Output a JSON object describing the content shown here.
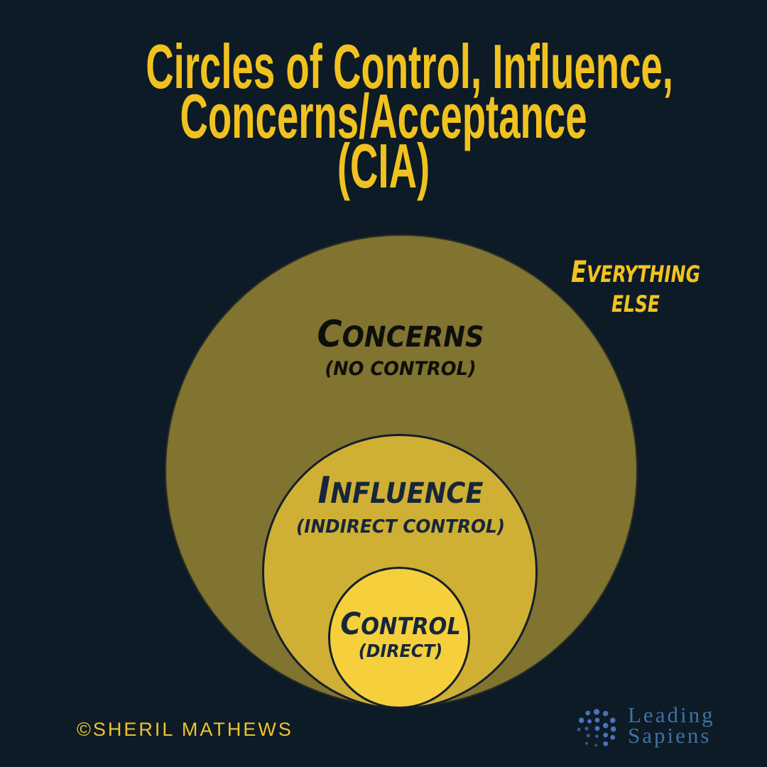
{
  "colors": {
    "bg": "#0d1b26",
    "title-yellow": "#f1c21f",
    "outside-yellow": "#f3c31d",
    "concerns-fill": "#817330",
    "influence-fill": "#cfb034",
    "control-fill": "#f6cf3d",
    "circle-outline": "#141f2b",
    "concerns-text": "#0d0f0a",
    "navy-text": "#16273b",
    "copyright-yellow": "#eec42e",
    "logo-text-blue": "#3f72a2",
    "logo-dot-blue": "#4a72bb",
    "logo-dot-blue-dark": "#3a5c97"
  },
  "title": {
    "line1": "Circles of Control, Influence,",
    "line2": "Concerns/Acceptance",
    "line3": "(CIA)"
  },
  "diagram": {
    "outside_label": {
      "line1_initial": "E",
      "line1_rest": "VERYTHING",
      "line2": "ELSE"
    },
    "concerns": {
      "label_initial": "C",
      "label_rest": "ONCERNS",
      "sublabel": "(NO CONTROL)"
    },
    "influence": {
      "label_initial": "I",
      "label_rest": "NFLUENCE",
      "sublabel": "(INDIRECT CONTROL)"
    },
    "control": {
      "label_initial": "C",
      "label_rest": "ONTROL",
      "sublabel": "(DIRECT)"
    }
  },
  "footer": {
    "copyright": "©SHERIL MATHEWS",
    "logo_line1": "Leading",
    "logo_line2": "Sapiens"
  }
}
